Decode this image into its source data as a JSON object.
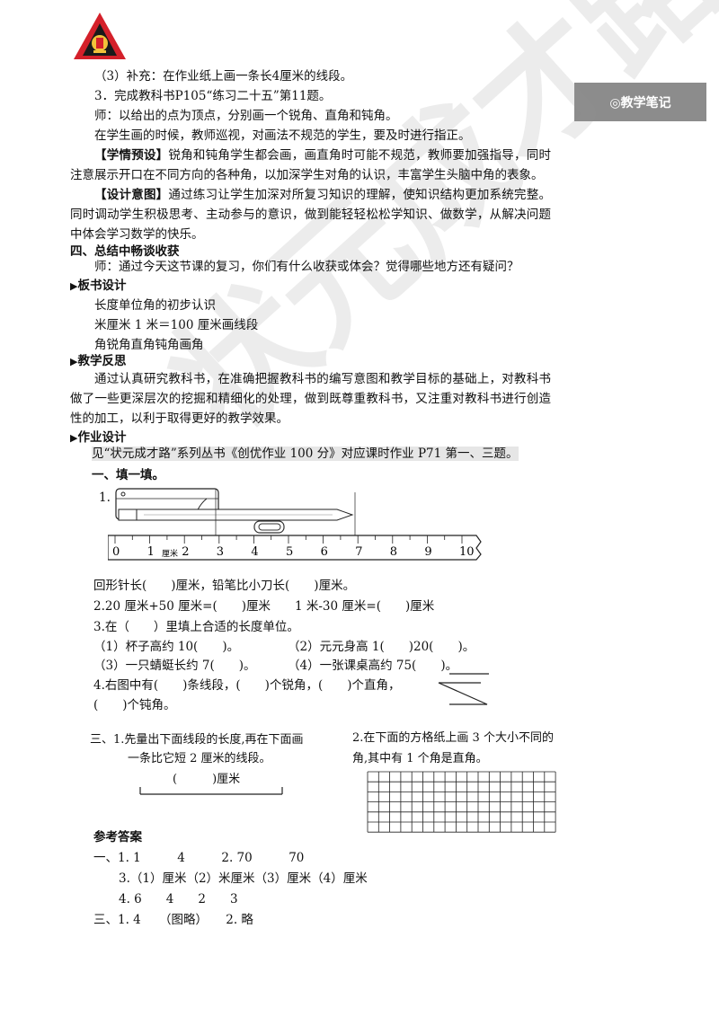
{
  "sidenote": "◎教学笔记",
  "lines": [
    {
      "text": "（3）补充：在作业纸上画一条长4厘米的线段。",
      "cls": "ind"
    },
    {
      "text": "3．完成教科书P105“练习二十五”第11题。",
      "cls": "ind"
    },
    {
      "text": "师：以给出的点为顶点，分别画一个锐角、直角和钝角。",
      "cls": "ind"
    },
    {
      "text": "在学生画的时候，教师巡视，对画法不规范的学生，要及时进行指正。",
      "cls": "ind"
    }
  ],
  "preset": {
    "label": "【学情预设】",
    "text": "锐角和钝角学生都会画，画直角时可能不规范，教师要加强指导，同时注意展示开口在不同方向的各种角，以加深学生对角的认识，丰富学生头脑中角的表象。"
  },
  "intent": {
    "label": "【设计意图】",
    "text": "通过练习让学生加深对所复习知识的理解，使知识结构更加系统完整。同时调动学生积极思考、主动参与的意识，做到能轻轻松松学知识、做数学，从解决问题中体会学习数学的快乐。"
  },
  "section4": {
    "title": "四、总结中畅谈收获",
    "text": "师：通过今天这节课的复习，你们有什么收获或体会？觉得哪些地方还有疑问？"
  },
  "board": {
    "title": "板书设计",
    "lines": [
      "长度单位角的初步认识",
      "米厘米 1 米＝100 厘米画线段",
      "角锐角直角钝角画角"
    ]
  },
  "reflection": {
    "title": "教学反思",
    "text": "通过认真研究教科书，在准确把握教科书的编写意图和教学目标的基础上，对教科书做了一些更深层次的挖掘和精细化的处理，做到既尊重教科书，又注重对教科书进行创造性的加工，以利于取得更好的教学效果。"
  },
  "homework": {
    "title": "作业设计",
    "text": "见“状元成才路”系列丛书《创优作业 100 分》对应课时作业 P71 第一、三题。"
  },
  "exercise": {
    "part1": "一、填一填。",
    "q1_num": "1.",
    "ruler_ticks": [
      "0",
      "1",
      "2",
      "3",
      "4",
      "5",
      "6",
      "7",
      "8",
      "9",
      "10"
    ],
    "ruler_unit": "厘米",
    "q1_text": "回形针长(　　)厘米，铅笔比小刀长(　　)厘米。",
    "q2": "2.20 厘米+50 厘米=(　　)厘米　　1 米-30 厘米=(　　)厘米",
    "q3": "3.在（　　）里填上合适的长度单位。",
    "q3_items": [
      "（1）杯子高约 10(　　)。",
      "（2）元元身高 1(　　)20(　　)。",
      "（3）一只蜻蜓长约 7(　　)。",
      "（4）一张课桌高约 75(　　)。"
    ],
    "q4_a": "4.右图中有(　　)条线段，(　　)个锐角，(　　)个直角，",
    "q4_b": "(　　)个钝角。",
    "part3_label": "三、",
    "p3_q1_a": "1.先量出下面线段的长度,再在下面画",
    "p3_q1_b": "一条比它短 2 厘米的线段。",
    "p3_q1_blank": "(　　　)厘米",
    "p3_q2_a": "2.在下面的方格纸上画 3 个大小不同的",
    "p3_q2_b": "角,其中有 1 个角是直角。"
  },
  "answers": {
    "title": "参考答案",
    "lines": [
      "一、1. 1　　　4　　　2. 70　　　70",
      "3.（1）厘米（2）米厘米（3）厘米（4）厘米",
      "4. 6　　4　　2　　3",
      "三、1. 4　　（图略）　　2. 略"
    ]
  },
  "watermark": "状元成才路"
}
